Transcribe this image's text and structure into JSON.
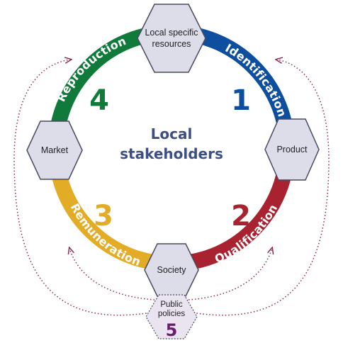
{
  "center": {
    "line1": "Local",
    "line2": "stakeholders"
  },
  "nodes": {
    "top": {
      "line1": "Local specific",
      "line2": "resources"
    },
    "right": {
      "label": "Product"
    },
    "bottom": {
      "label": "Society"
    },
    "left": {
      "label": "Market"
    },
    "policy": {
      "line1": "Public",
      "line2": "policies",
      "number": "5"
    }
  },
  "arcs": {
    "identification": {
      "label": "Identification",
      "number": "1",
      "color": "#0d4f9e"
    },
    "qualification": {
      "label": "Qualification",
      "number": "2",
      "color": "#a8222f"
    },
    "remuneration": {
      "label": "Remuneration",
      "number": "3",
      "color": "#e2ac27"
    },
    "reproduction": {
      "label": "Reproduction",
      "number": "4",
      "color": "#0f7a3a"
    }
  },
  "colors": {
    "center_text": "#3b4f86",
    "hex_fill": "#dddde9",
    "hex_stroke": "#4a4a60",
    "policy_fill": "#e9e4ef",
    "policy_number": "#6a1f6e",
    "dotted": "#8c2a55"
  }
}
